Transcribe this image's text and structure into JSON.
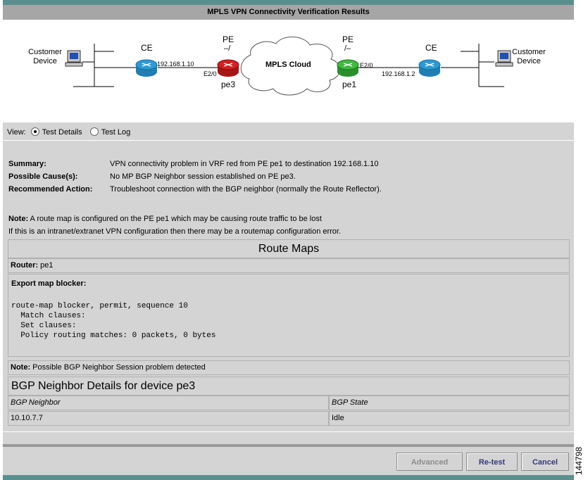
{
  "title": "MPLS VPN Connectivity Verification Results",
  "diagram": {
    "customer_device_left": [
      "Customer",
      "Device"
    ],
    "customer_device_right": [
      "Customer",
      "Device"
    ],
    "ce_left": "CE",
    "ce_right": "CE",
    "pe_left_label": "PE",
    "pe_left_status": "–/",
    "pe_right_label": "PE",
    "pe_right_status": "/–",
    "ip_left": "192.168.1.10",
    "ip_right": "192.168.1.2",
    "iface_left": "E2/0",
    "iface_right": "E2/0",
    "cloud": "MPLS Cloud",
    "pe_left_name": "pe3",
    "pe_right_name": "pe1",
    "colors": {
      "pe_left": "#d42020",
      "pe_right": "#3dbb3d",
      "ce": "#2a9bd6"
    }
  },
  "view": {
    "label": "View:",
    "options": [
      "Test Details",
      "Test Log"
    ],
    "selected": "Test Details"
  },
  "summary": {
    "summary_label": "Summary:",
    "summary_value": "VPN connectivity problem in VRF red from PE pe1 to destination 192.168.1.10",
    "cause_label": "Possible Cause(s):",
    "cause_value": "No MP BGP Neighbor session established on PE pe3.",
    "action_label": "Recommended Action:",
    "action_value": "Troubleshoot connection with the BGP neighbor (normally the Route Reflector)."
  },
  "note1": {
    "label": "Note:",
    "text": " A route map is configured on the PE pe1 which may be causing route traffic to be lost",
    "line2": "If this is an intranet/extranet VPN configuration then there may be a routemap configuration error."
  },
  "route_maps": {
    "title": "Route Maps",
    "router_label": "Router:",
    "router_value": " pe1",
    "export_label": "Export map blocker:",
    "code": "route-map blocker, permit, sequence 10\n  Match clauses:\n  Set clauses:\n  Policy routing matches: 0 packets, 0 bytes"
  },
  "note2": {
    "label": "Note:",
    "text": " Possible BGP Neighbor Session problem detected"
  },
  "bgp": {
    "title": "BGP Neighbor Details for device pe3",
    "headers": [
      "BGP Neighbor",
      "BGP State"
    ],
    "rows": [
      [
        "10.10.7.7",
        "Idle"
      ]
    ]
  },
  "buttons": {
    "advanced": "Advanced",
    "retest": "Re-test",
    "cancel": "Cancel"
  },
  "figure_id": "144798"
}
